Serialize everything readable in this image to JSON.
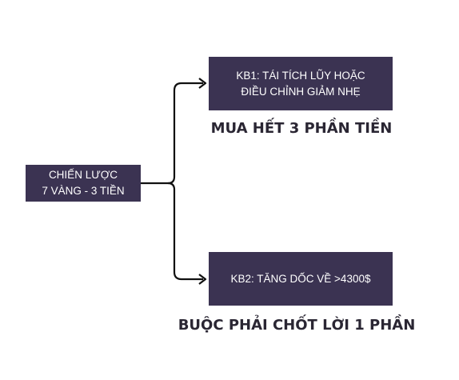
{
  "root": {
    "line1": "CHIẾN LƯỢC",
    "line2": "7 VÀNG - 3 TIỀN"
  },
  "branches": [
    {
      "box_line1": "KB1: TÁI TÍCH LŨY HOẶC",
      "box_line2": "ĐIỀU CHỈNH GIẢM NHẸ",
      "caption": "MUA HẾT 3 PHẦN TIỀN"
    },
    {
      "box_line1": "KB2: TĂNG DỐC VỀ >4300$",
      "caption": "BUỘC PHẢI CHỐT LỜI 1 PHẦN"
    }
  ],
  "colors": {
    "box_fill": "#3b3352",
    "box_text": "#ffffff",
    "caption_text": "#2a2633",
    "connector": "#111111"
  }
}
